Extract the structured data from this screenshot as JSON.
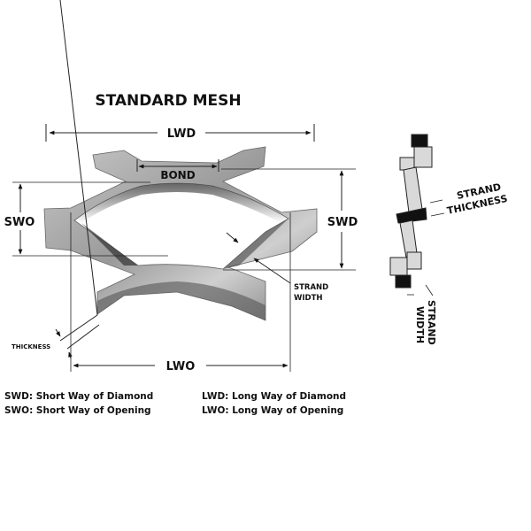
{
  "title": "STANDARD MESH",
  "labels": {
    "lwd": "LWD",
    "bond": "BOND",
    "swo": "SWO",
    "swd": "SWD",
    "strand_width_1": "STRAND",
    "strand_width_2": "WIDTH",
    "thickness": "THICKNESS",
    "lwo": "LWO"
  },
  "side_view": {
    "strand_thickness_1": "STRAND",
    "strand_thickness_2": "THICKNESS",
    "strand_width_1": "STRAND",
    "strand_width_2": "WIDTH"
  },
  "legend": [
    "SWD: Short Way of Diamond",
    "LWD: Long Way of Diamond",
    "SWO: Short Way of Opening",
    "LWO: Long Way of Opening"
  ],
  "colors": {
    "metal": "#a8a8a8",
    "metal_dark": "#3a3a3a",
    "side_fill": "#d9d9d9"
  }
}
